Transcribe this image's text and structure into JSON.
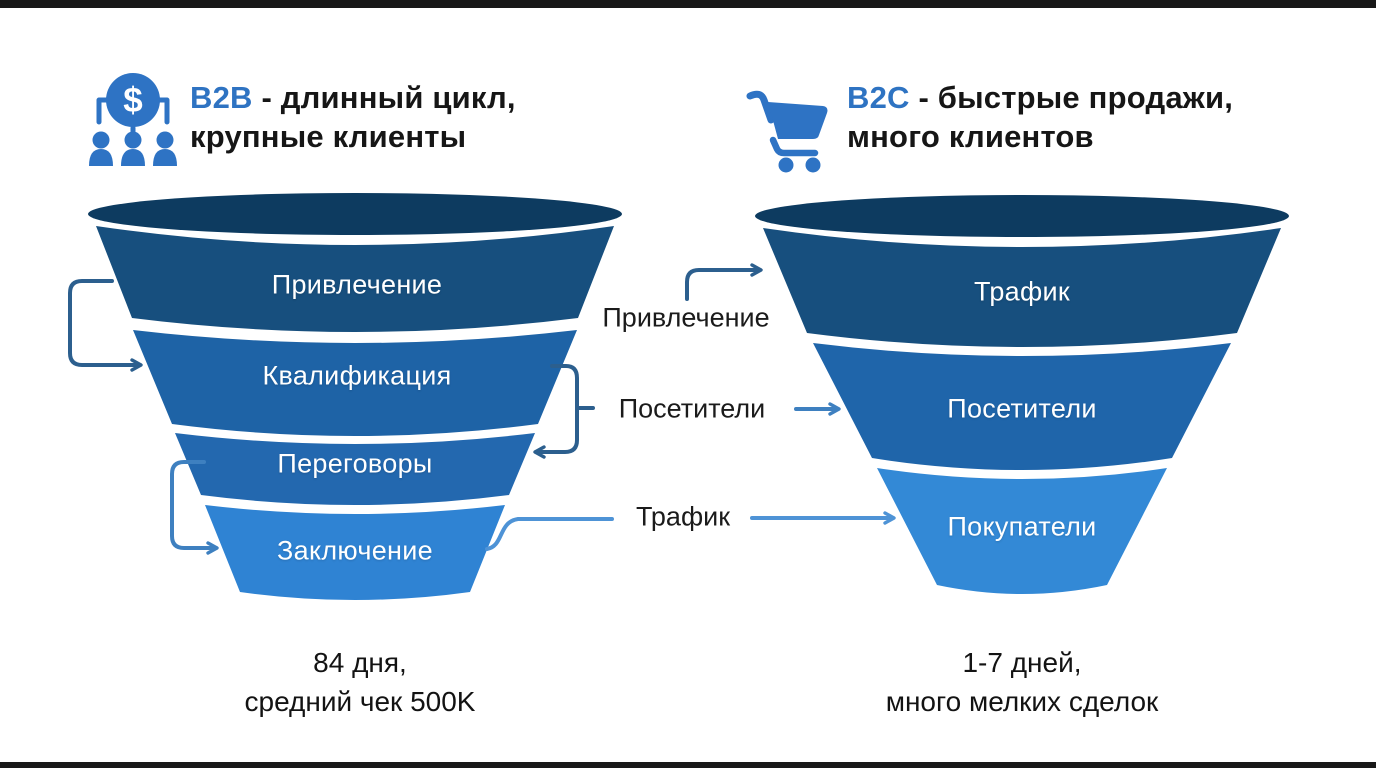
{
  "headers": {
    "b2b": {
      "brand": "B2B",
      "title_rest": " - длинный цикл,",
      "title_line2": "крупные клиенты"
    },
    "b2c": {
      "brand": "B2C",
      "title_rest": " - быстрые продажи,",
      "title_line2": "много клиентов"
    }
  },
  "icons": {
    "dollar_glyph": "$"
  },
  "funnels": {
    "b2b": {
      "stages": [
        "Привлечение",
        "Квалификация",
        "Переговоры",
        "Заключение"
      ],
      "caption_line1": "84 дня,",
      "caption_line2": "средний чек 500K"
    },
    "b2c": {
      "stages": [
        "Трафик",
        "Посетители",
        "Покупатели"
      ],
      "caption_line1": "1-7 дней,",
      "caption_line2": "много мелких сделок"
    }
  },
  "middle_labels": {
    "attraction": "Привлечение",
    "visitors": "Посетители",
    "traffic": "Трафик"
  },
  "colors": {
    "brand_blue": "#2E73C2",
    "icon_blue": "#2E73C4",
    "funnel_top": "#0D3B60",
    "band_dark": "#174F7E",
    "b2b_band2": "#1E63A6",
    "b2b_band3": "#2368AF",
    "b2b_band4": "#2F83D3",
    "b2c_band2": "#1F65AA",
    "b2c_band3": "#3389D6",
    "arrow_dark": "#2C5F8E",
    "arrow_medium": "#3E80C0",
    "arrow_light": "#4E93D6",
    "icon_white": "#FFFFFF"
  }
}
